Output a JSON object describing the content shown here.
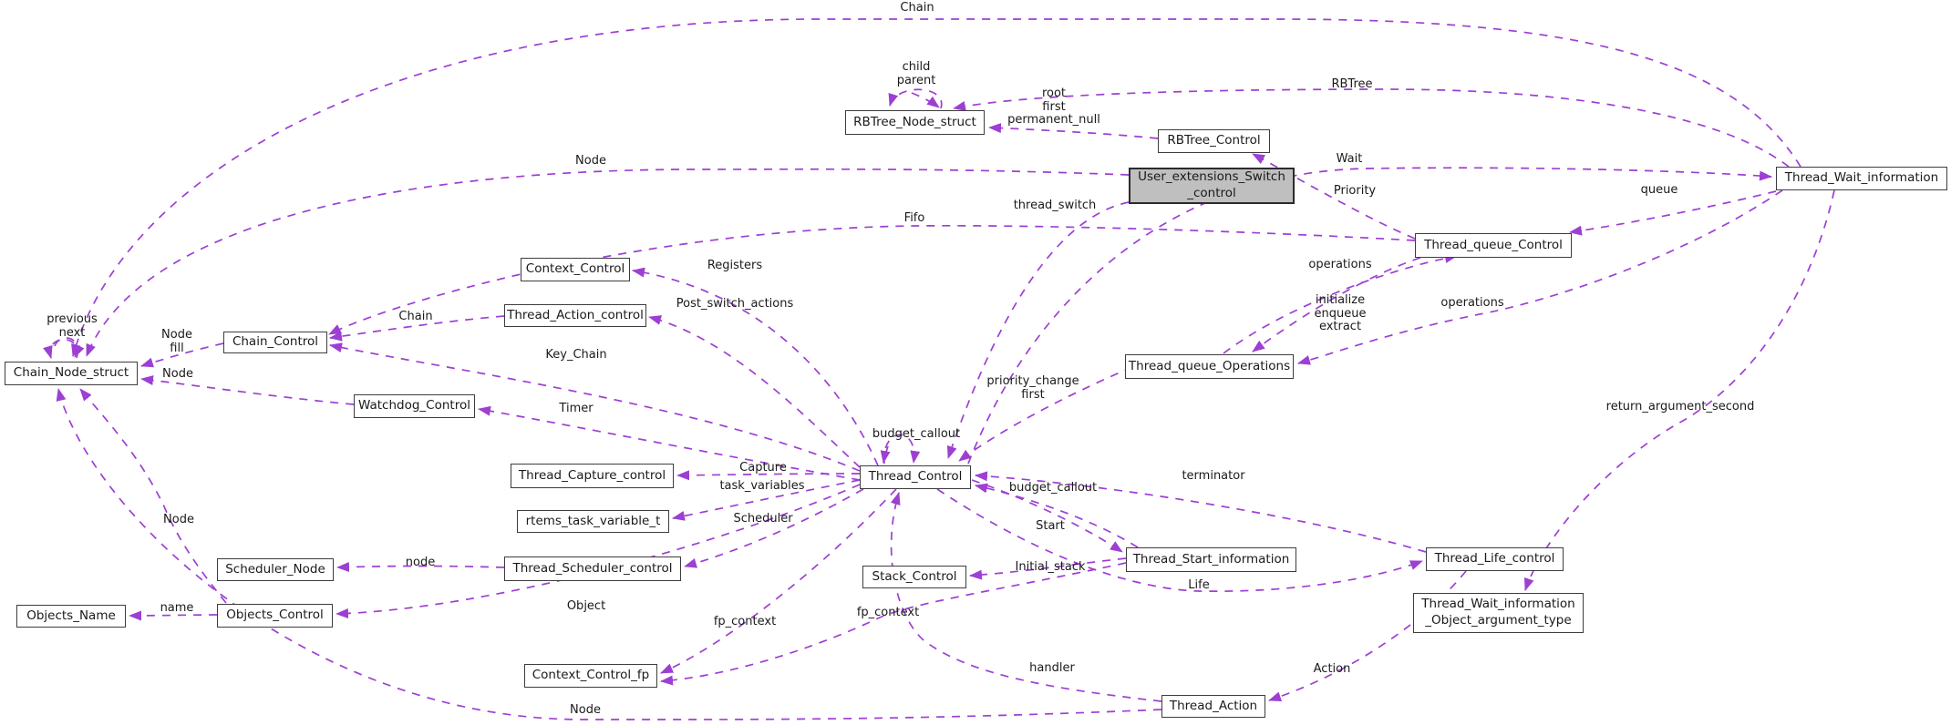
{
  "diagram_type": "collaboration-graph",
  "colors": {
    "edge": "#9d3fd3",
    "node_fill": "#ffffff",
    "node_border": "#3d3d3d",
    "current_node_fill": "#bfbfbf",
    "text": "#1a1a1a",
    "background": "#ffffff"
  },
  "nodes": {
    "chain_node_struct": {
      "label": "Chain_Node_struct"
    },
    "chain_control": {
      "label": "Chain_Control"
    },
    "watchdog_control": {
      "label": "Watchdog_Control"
    },
    "context_control": {
      "label": "Context_Control"
    },
    "thread_action_control": {
      "label": "Thread_Action_control"
    },
    "thread_capture_control": {
      "label": "Thread_Capture_control"
    },
    "rtems_task_variable_t": {
      "label": "rtems_task_variable_t"
    },
    "thread_scheduler_control": {
      "label": "Thread_Scheduler_control"
    },
    "scheduler_node": {
      "label": "Scheduler_Node"
    },
    "objects_name": {
      "label": "Objects_Name"
    },
    "objects_control": {
      "label": "Objects_Control"
    },
    "context_control_fp": {
      "label": "Context_Control_fp"
    },
    "stack_control": {
      "label": "Stack_Control"
    },
    "thread_control": {
      "label": "Thread_Control"
    },
    "rbtree_node_struct": {
      "label": "RBTree_Node_struct"
    },
    "rbtree_control": {
      "label": "RBTree_Control"
    },
    "user_extensions_switch_control": {
      "line1": "User_extensions_Switch",
      "line2": "_control"
    },
    "thread_queue_control": {
      "label": "Thread_queue_Control"
    },
    "thread_queue_operations": {
      "label": "Thread_queue_Operations"
    },
    "thread_start_information": {
      "label": "Thread_Start_information"
    },
    "thread_life_control": {
      "label": "Thread_Life_control"
    },
    "thread_wait_information": {
      "label": "Thread_Wait_information"
    },
    "thread_wait_information_object_argument_type": {
      "line1": "Thread_Wait_information",
      "line2": "_Object_argument_type"
    },
    "thread_action": {
      "label": "Thread_Action"
    }
  },
  "edge_labels": {
    "chain_top": {
      "line1": "Chain"
    },
    "node_top": {
      "line1": "Node"
    },
    "prev_next": {
      "line1": "previous",
      "line2": "next"
    },
    "child_parent": {
      "line1": "child",
      "line2": "parent"
    },
    "root_first_permanent_null": {
      "line1": "root",
      "line2": "first",
      "line3": "permanent_null"
    },
    "rbtree": {
      "line1": "RBTree"
    },
    "wait": {
      "line1": "Wait"
    },
    "priority": {
      "line1": "Priority"
    },
    "queue": {
      "line1": "queue"
    },
    "thread_switch": {
      "line1": "thread_switch"
    },
    "fifo": {
      "line1": "Fifo"
    },
    "registers": {
      "line1": "Registers"
    },
    "operations_left": {
      "line1": "operations"
    },
    "initialize_enqueue_extract": {
      "line1": "initialize",
      "line2": "enqueue",
      "line3": "extract"
    },
    "operations_right": {
      "line1": "operations"
    },
    "post_switch_actions": {
      "line1": "Post_switch_actions"
    },
    "chain_cc": {
      "line1": "Chain"
    },
    "node_fill": {
      "line1": "Node",
      "line2": "fill"
    },
    "key_chain": {
      "line1": "Key_Chain"
    },
    "node_watchdog": {
      "line1": "Node"
    },
    "priority_change_first": {
      "line1": "priority_change",
      "line2": "first"
    },
    "timer": {
      "line1": "Timer"
    },
    "return_argument_second": {
      "line1": "return_argument_second"
    },
    "budget_callout_top": {
      "line1": "budget_callout"
    },
    "capture": {
      "line1": "Capture"
    },
    "terminator": {
      "line1": "terminator"
    },
    "budget_callout_right": {
      "line1": "budget_callout"
    },
    "task_variables": {
      "line1": "task_variables"
    },
    "node_objects": {
      "line1": "Node"
    },
    "scheduler": {
      "line1": "Scheduler"
    },
    "start": {
      "line1": "Start"
    },
    "node_scheduler": {
      "line1": "node"
    },
    "initial_stack": {
      "line1": "Initial_stack"
    },
    "life": {
      "line1": "Life"
    },
    "object": {
      "line1": "Object"
    },
    "name": {
      "line1": "name"
    },
    "fp_context_left": {
      "line1": "fp_context"
    },
    "fp_context_right": {
      "line1": "fp_context"
    },
    "handler": {
      "line1": "handler"
    },
    "action": {
      "line1": "Action"
    },
    "node_bottom": {
      "line1": "Node"
    }
  }
}
